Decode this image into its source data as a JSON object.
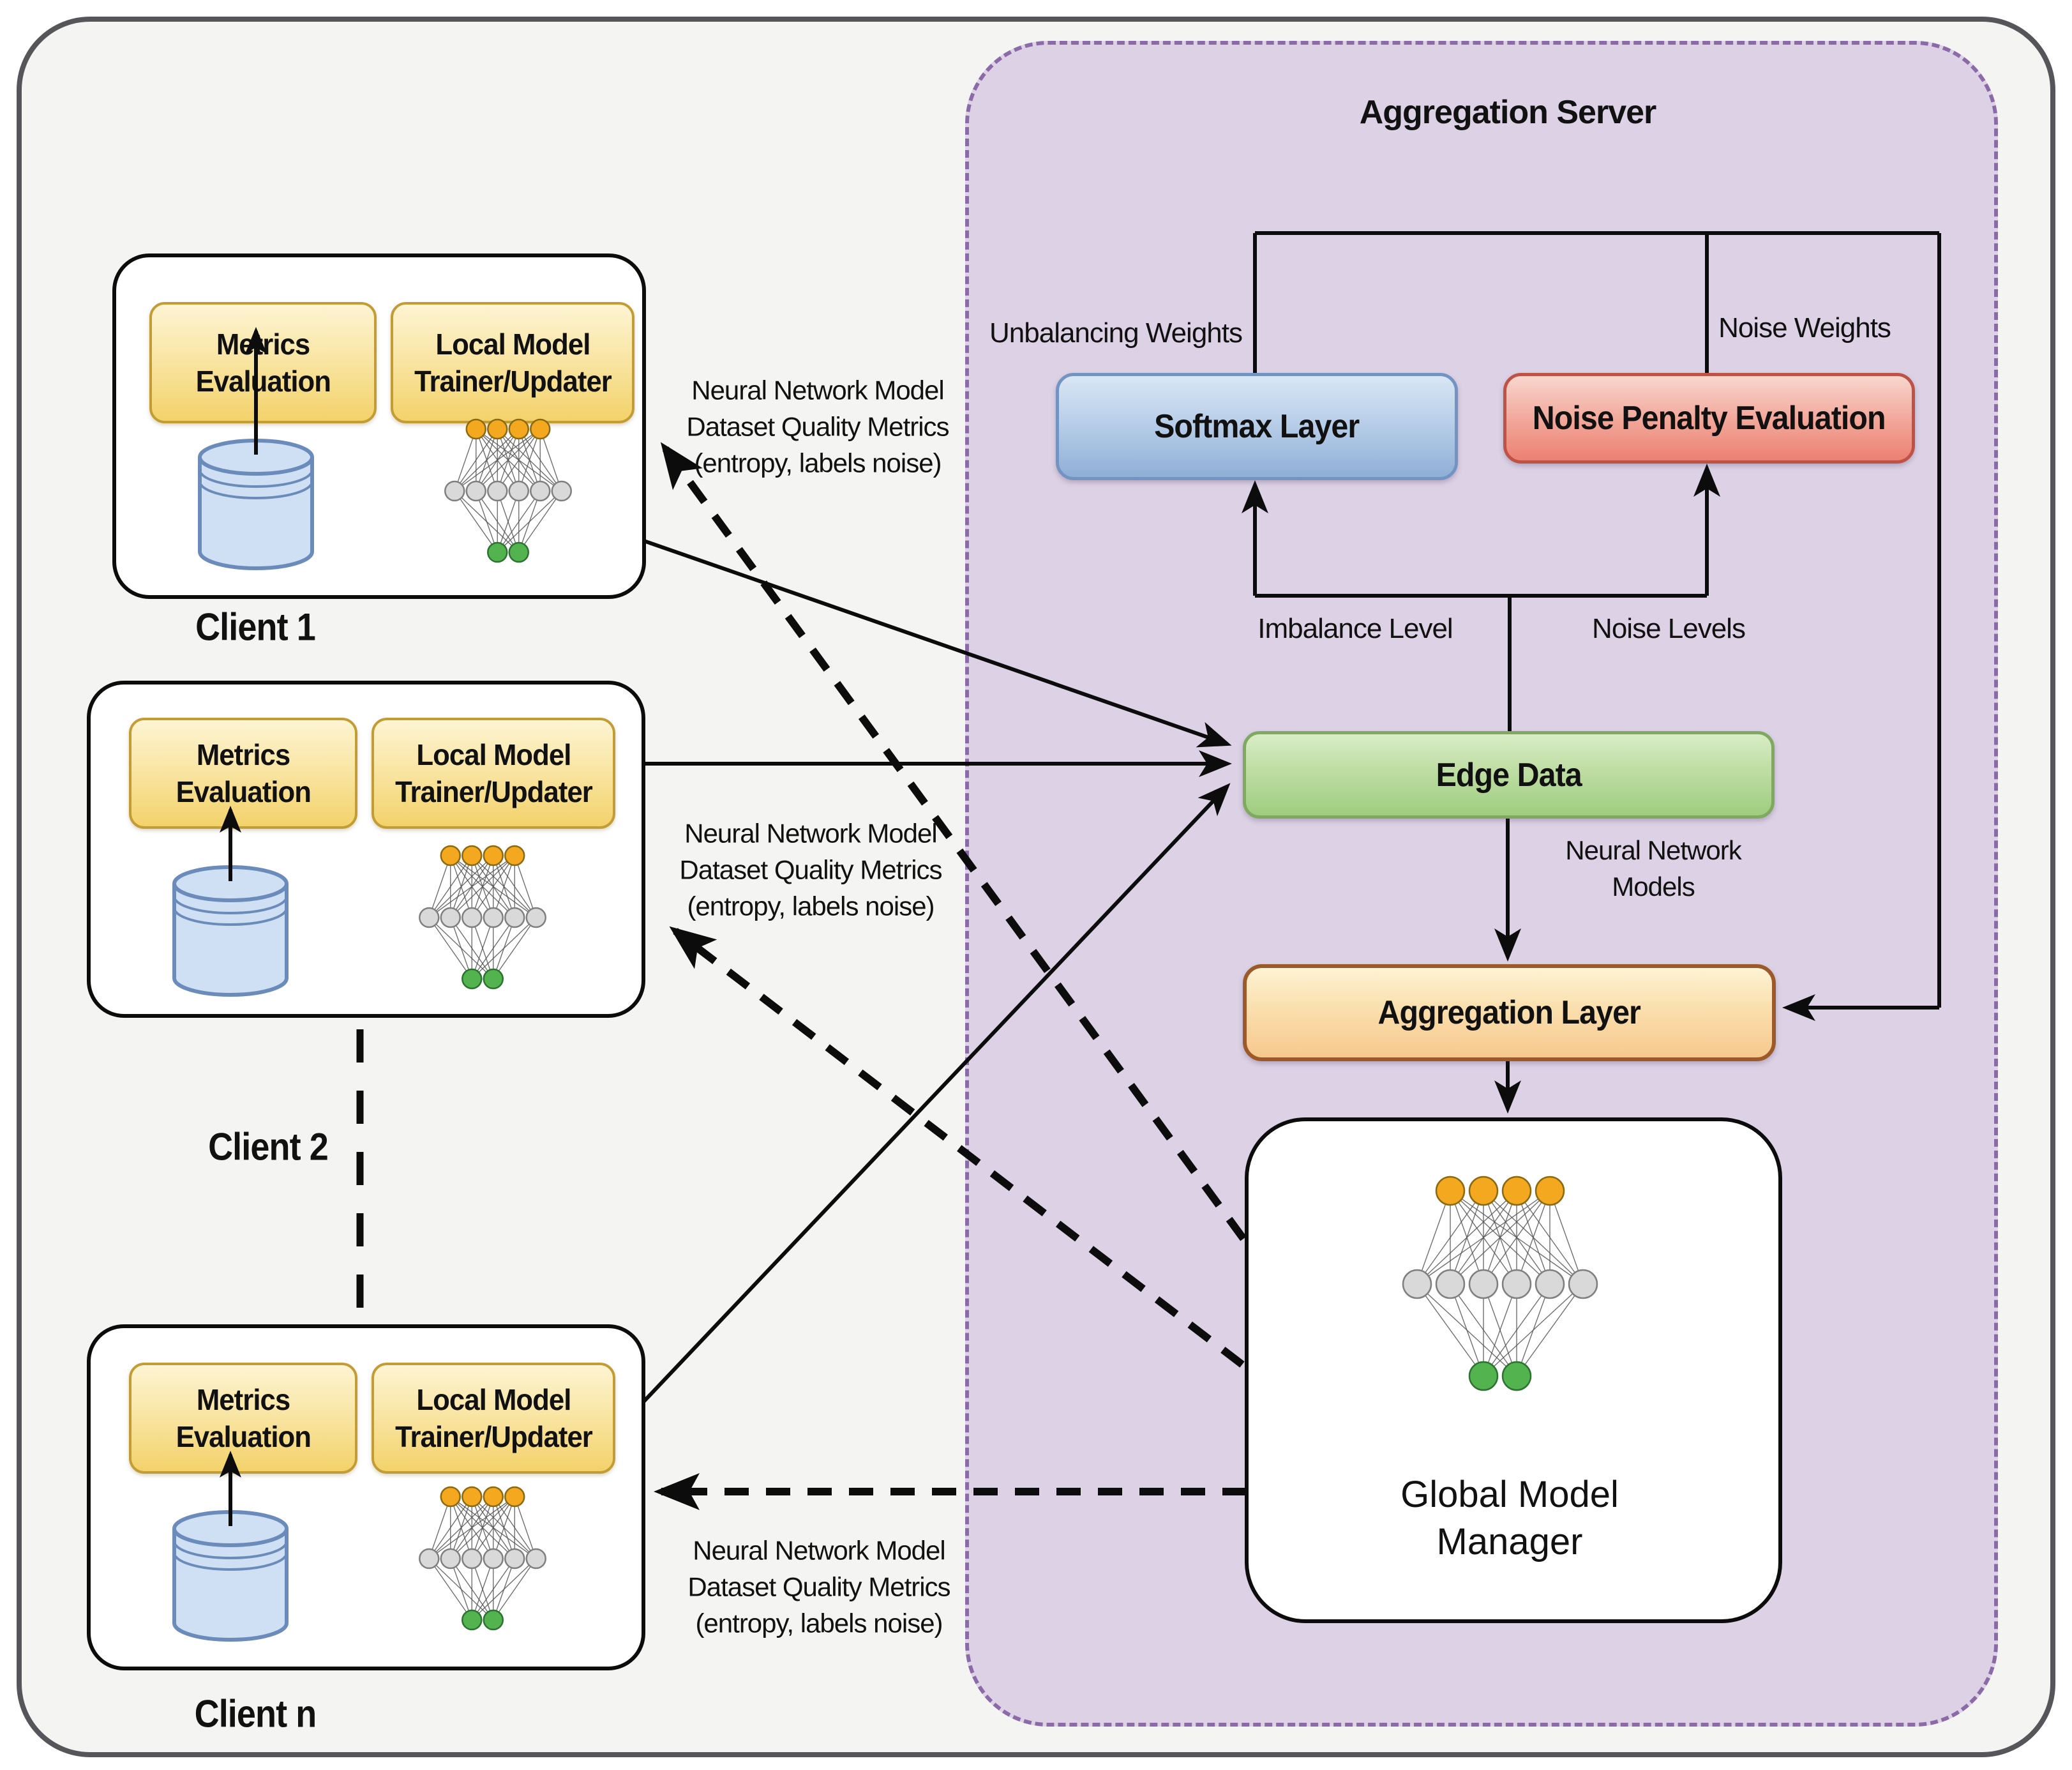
{
  "figure": {
    "server": {
      "title": "Aggregation Server",
      "softmax": "Softmax Layer",
      "noise_penalty": "Noise Penalty Evaluation",
      "edge_data": "Edge Data",
      "aggregation_layer": "Aggregation Layer",
      "global_model_manager_lines": [
        "Global Model",
        "Manager"
      ],
      "flow_labels": {
        "unbalancing_weights": "Unbalancing  Weights",
        "noise_weights": "Noise Weights",
        "imbalance_level": "Imbalance Level",
        "noise_levels": "Noise Levels",
        "nn_models_lines": [
          "Neural Network",
          "Models"
        ]
      }
    },
    "clients": [
      {
        "title": "Client 1",
        "metrics_lines": [
          "Metrics",
          "Evaluation"
        ],
        "trainer_lines": [
          "Local Model",
          "Trainer/Updater"
        ]
      },
      {
        "title": "Client 2",
        "metrics_lines": [
          "Metrics",
          "Evaluation"
        ],
        "trainer_lines": [
          "Local Model",
          "Trainer/Updater"
        ]
      },
      {
        "title": "Client n",
        "metrics_lines": [
          "Metrics",
          "Evaluation"
        ],
        "trainer_lines": [
          "Local Model",
          "Trainer/Updater"
        ]
      }
    ],
    "edge_note_lines": [
      "Neural Network Model",
      "Dataset Quality Metrics",
      "(entropy, labels noise)"
    ],
    "colors": {
      "panel_fill": "#ddd2e5",
      "panel_border": "#8b6aa8",
      "softmax_fill": "#8fafd6",
      "noise_penalty_fill": "#ec8172",
      "edge_data_fill": "#9ecd7f",
      "aggregation_fill": "#f7c88d",
      "client_mini_fill": "#f3d26a",
      "database_fill": "#cfe0f4",
      "database_stroke": "#6b8cba",
      "nn_input_node": "#f3a81f",
      "nn_hidden_node": "#d9d9d9",
      "nn_output_node": "#53b34e",
      "wire": "#0c0c0c"
    }
  }
}
